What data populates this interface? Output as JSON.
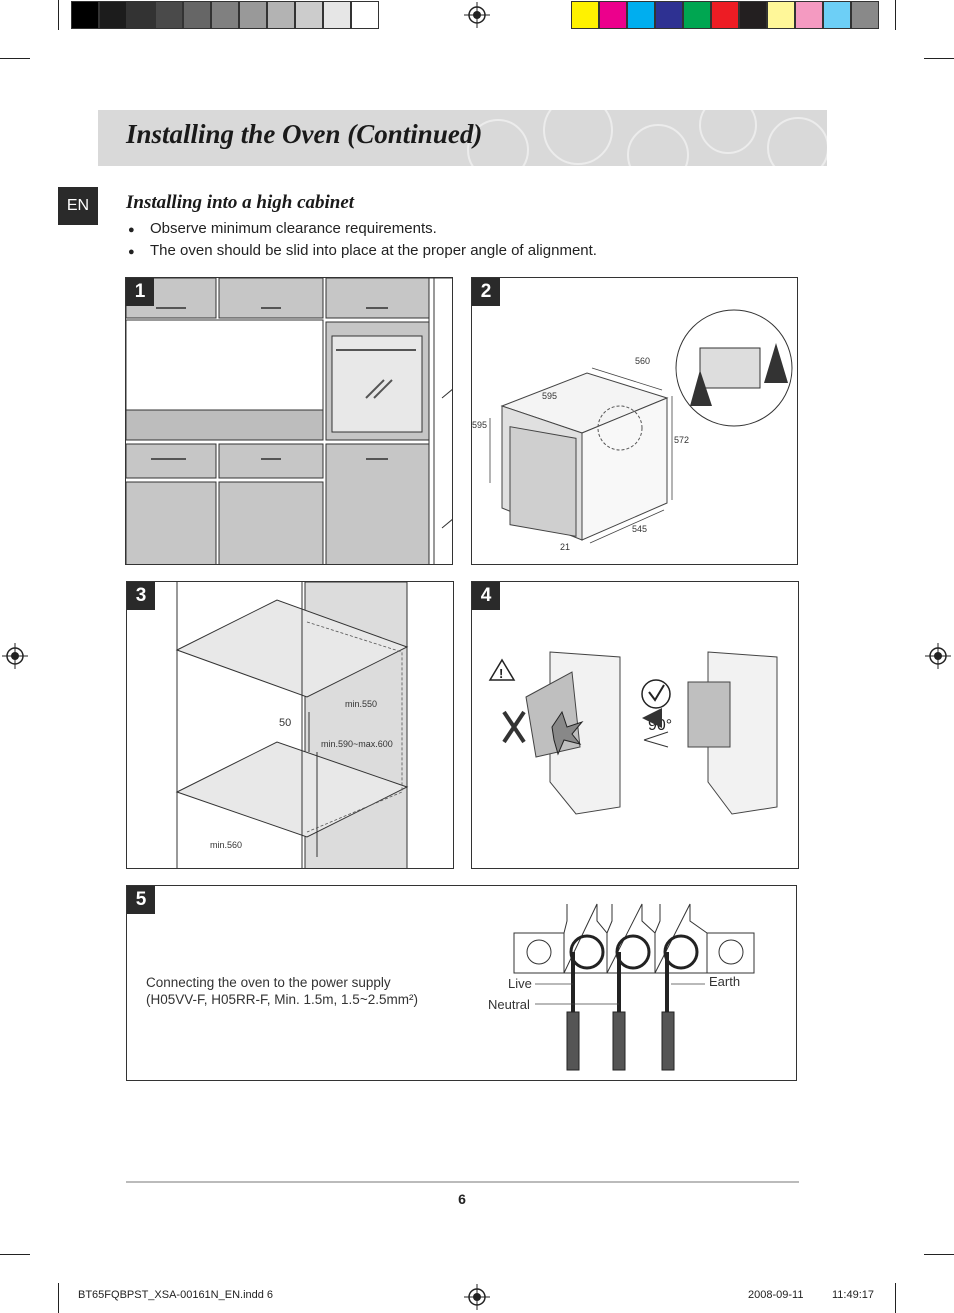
{
  "colors": {
    "grayscale_bar": [
      "#000000",
      "#1c1c1c",
      "#333333",
      "#4a4a4a",
      "#666666",
      "#808080",
      "#999999",
      "#b3b3b3",
      "#cccccc",
      "#e6e6e6",
      "#ffffff"
    ],
    "color_bar": [
      "#fff200",
      "#ec008c",
      "#00aeef",
      "#2e3192",
      "#00a651",
      "#ed1c24",
      "#231f20",
      "#fff799",
      "#f49ac1",
      "#6dcff6",
      "#898989"
    ],
    "header_band": "#d9d9d9",
    "badge": "#2a2a2a"
  },
  "header": {
    "title": "Installing the Oven (Continued)"
  },
  "language_badge": "EN",
  "section": {
    "title": "Installing into a high cabinet",
    "bullets": [
      "Observe minimum clearance requirements.",
      "The oven should be slid into place at the proper angle of alignment."
    ]
  },
  "panels": {
    "p1": {
      "number": "1"
    },
    "p2": {
      "number": "2",
      "dims": {
        "top_depth": "560",
        "top_width": "595",
        "front_height": "595",
        "side_height": "572",
        "bottom_depth": "545",
        "front_offset": "21"
      }
    },
    "p3": {
      "number": "3",
      "dims": {
        "gap": "50",
        "depth_top": "min.550",
        "height_range": "min.590~max.600",
        "depth_bottom": "min.560"
      }
    },
    "p4": {
      "number": "4",
      "angle": "90°"
    },
    "p5": {
      "number": "5",
      "text_line1": "Connecting the oven to the power supply",
      "text_line2": "(H05VV-F, H05RR-F, Min. 1.5m, 1.5~2.5mm²)",
      "labels": {
        "live": "Live",
        "neutral": "Neutral",
        "earth": "Earth"
      }
    }
  },
  "footer": {
    "page_number": "6",
    "file_name": "BT65FQBPST_XSA-00161N_EN.indd   6",
    "date": "2008-09-11",
    "time": "11:49:17"
  }
}
